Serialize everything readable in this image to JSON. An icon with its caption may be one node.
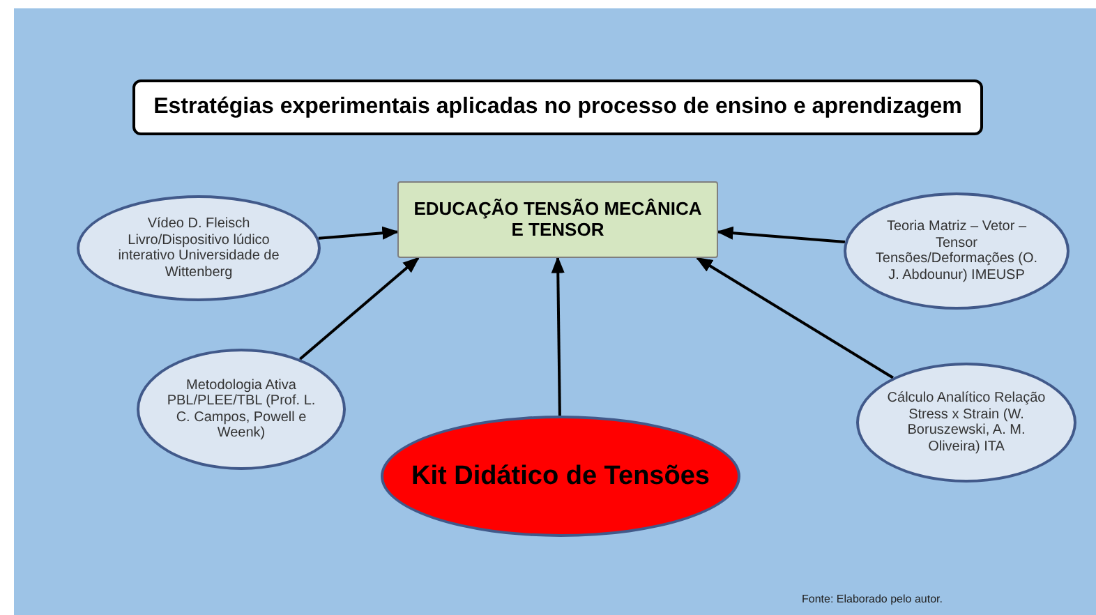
{
  "diagram": {
    "title": "Estratégias experimentais aplicadas no processo de ensino e aprendizagem",
    "nodes": [
      {
        "text": [
          "Vídeo D. Fleisch Livro/Dispositivo lúdico interativo Universidade de Wittenberg"
        ]
      },
      {
        "text": [
          "EDUCAÇÃO TENSÃO MECÂNICA E TENSOR"
        ]
      },
      {
        "text": [
          "Teoria Matriz – Vetor – Tensor Tensões/Deformações (O. J. Abdounur) IMEUSP"
        ]
      },
      {
        "text": [
          "Metodologia Ativa PBL/PLEE/TBL (Prof. L. C. Campos, Powell e Weenk)"
        ]
      },
      {
        "text": [
          "Kit Didático de Tensões"
        ]
      },
      {
        "text": [
          "Cálculo Analítico Relação Stress x Strain (W. Boruszewski, A. M. Oliveira) ITA"
        ]
      }
    ],
    "edges": [
      {
        "from": 0,
        "to": 1,
        "arrow": "to"
      },
      {
        "from": 2,
        "to": 1,
        "arrow": "to"
      },
      {
        "from": 3,
        "to": 1,
        "arrow": "to"
      },
      {
        "from": 4,
        "to": 1,
        "arrow": "to"
      },
      {
        "from": 5,
        "to": 1,
        "arrow": "to"
      }
    ],
    "labels": [
      "Fonte: Elaborado pelo autor."
    ]
  }
}
